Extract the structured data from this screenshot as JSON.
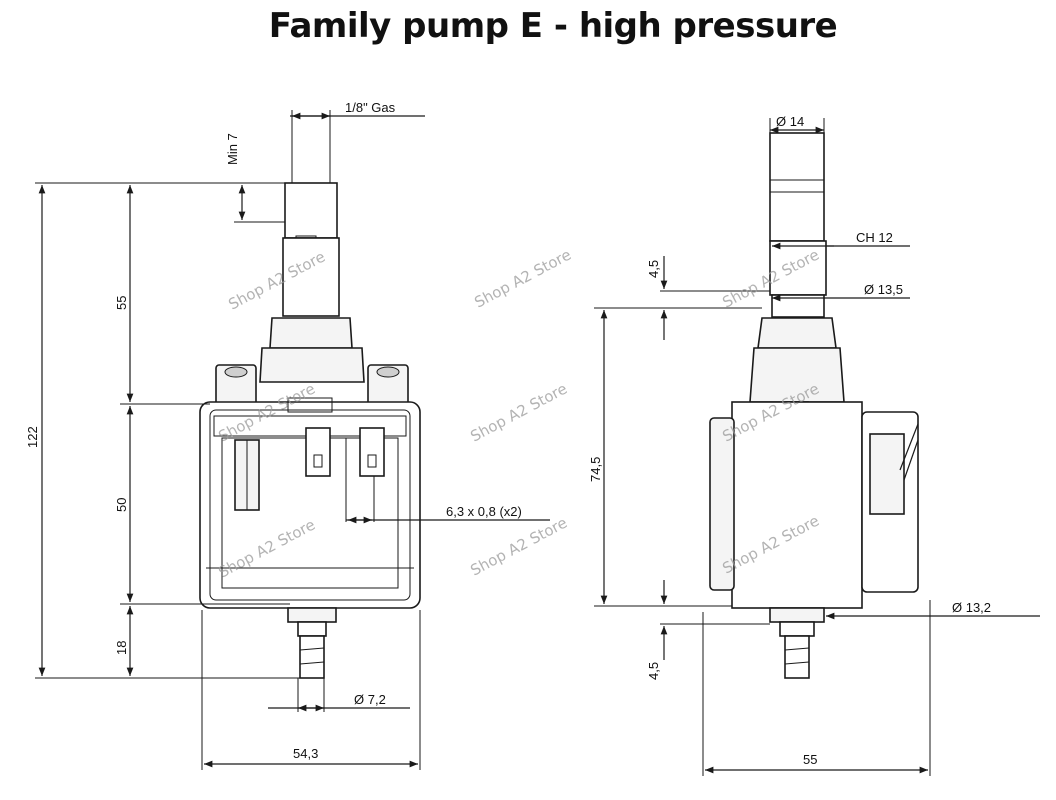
{
  "title": "Family pump E - high pressure",
  "front_view": {
    "thread_label": "1/8\" Gas",
    "min_label": "Min 7",
    "total_height": "122",
    "upper_height": "55",
    "middle_height": "50",
    "lower_height": "18",
    "terminal_label": "6,3  x 0,8 (x2)",
    "outlet_diameter": "Ø 7,2",
    "width": "54,3"
  },
  "side_view": {
    "top_diameter": "Ø  14",
    "hex_label": "CH  12",
    "upper_gap": "4,5",
    "neck_diameter": "Ø  13,5",
    "body_height": "74,5",
    "bottom_diameter": "Ø  13,2",
    "lower_gap": "4,5",
    "width": "55"
  },
  "watermark": "Shop A2 Store"
}
